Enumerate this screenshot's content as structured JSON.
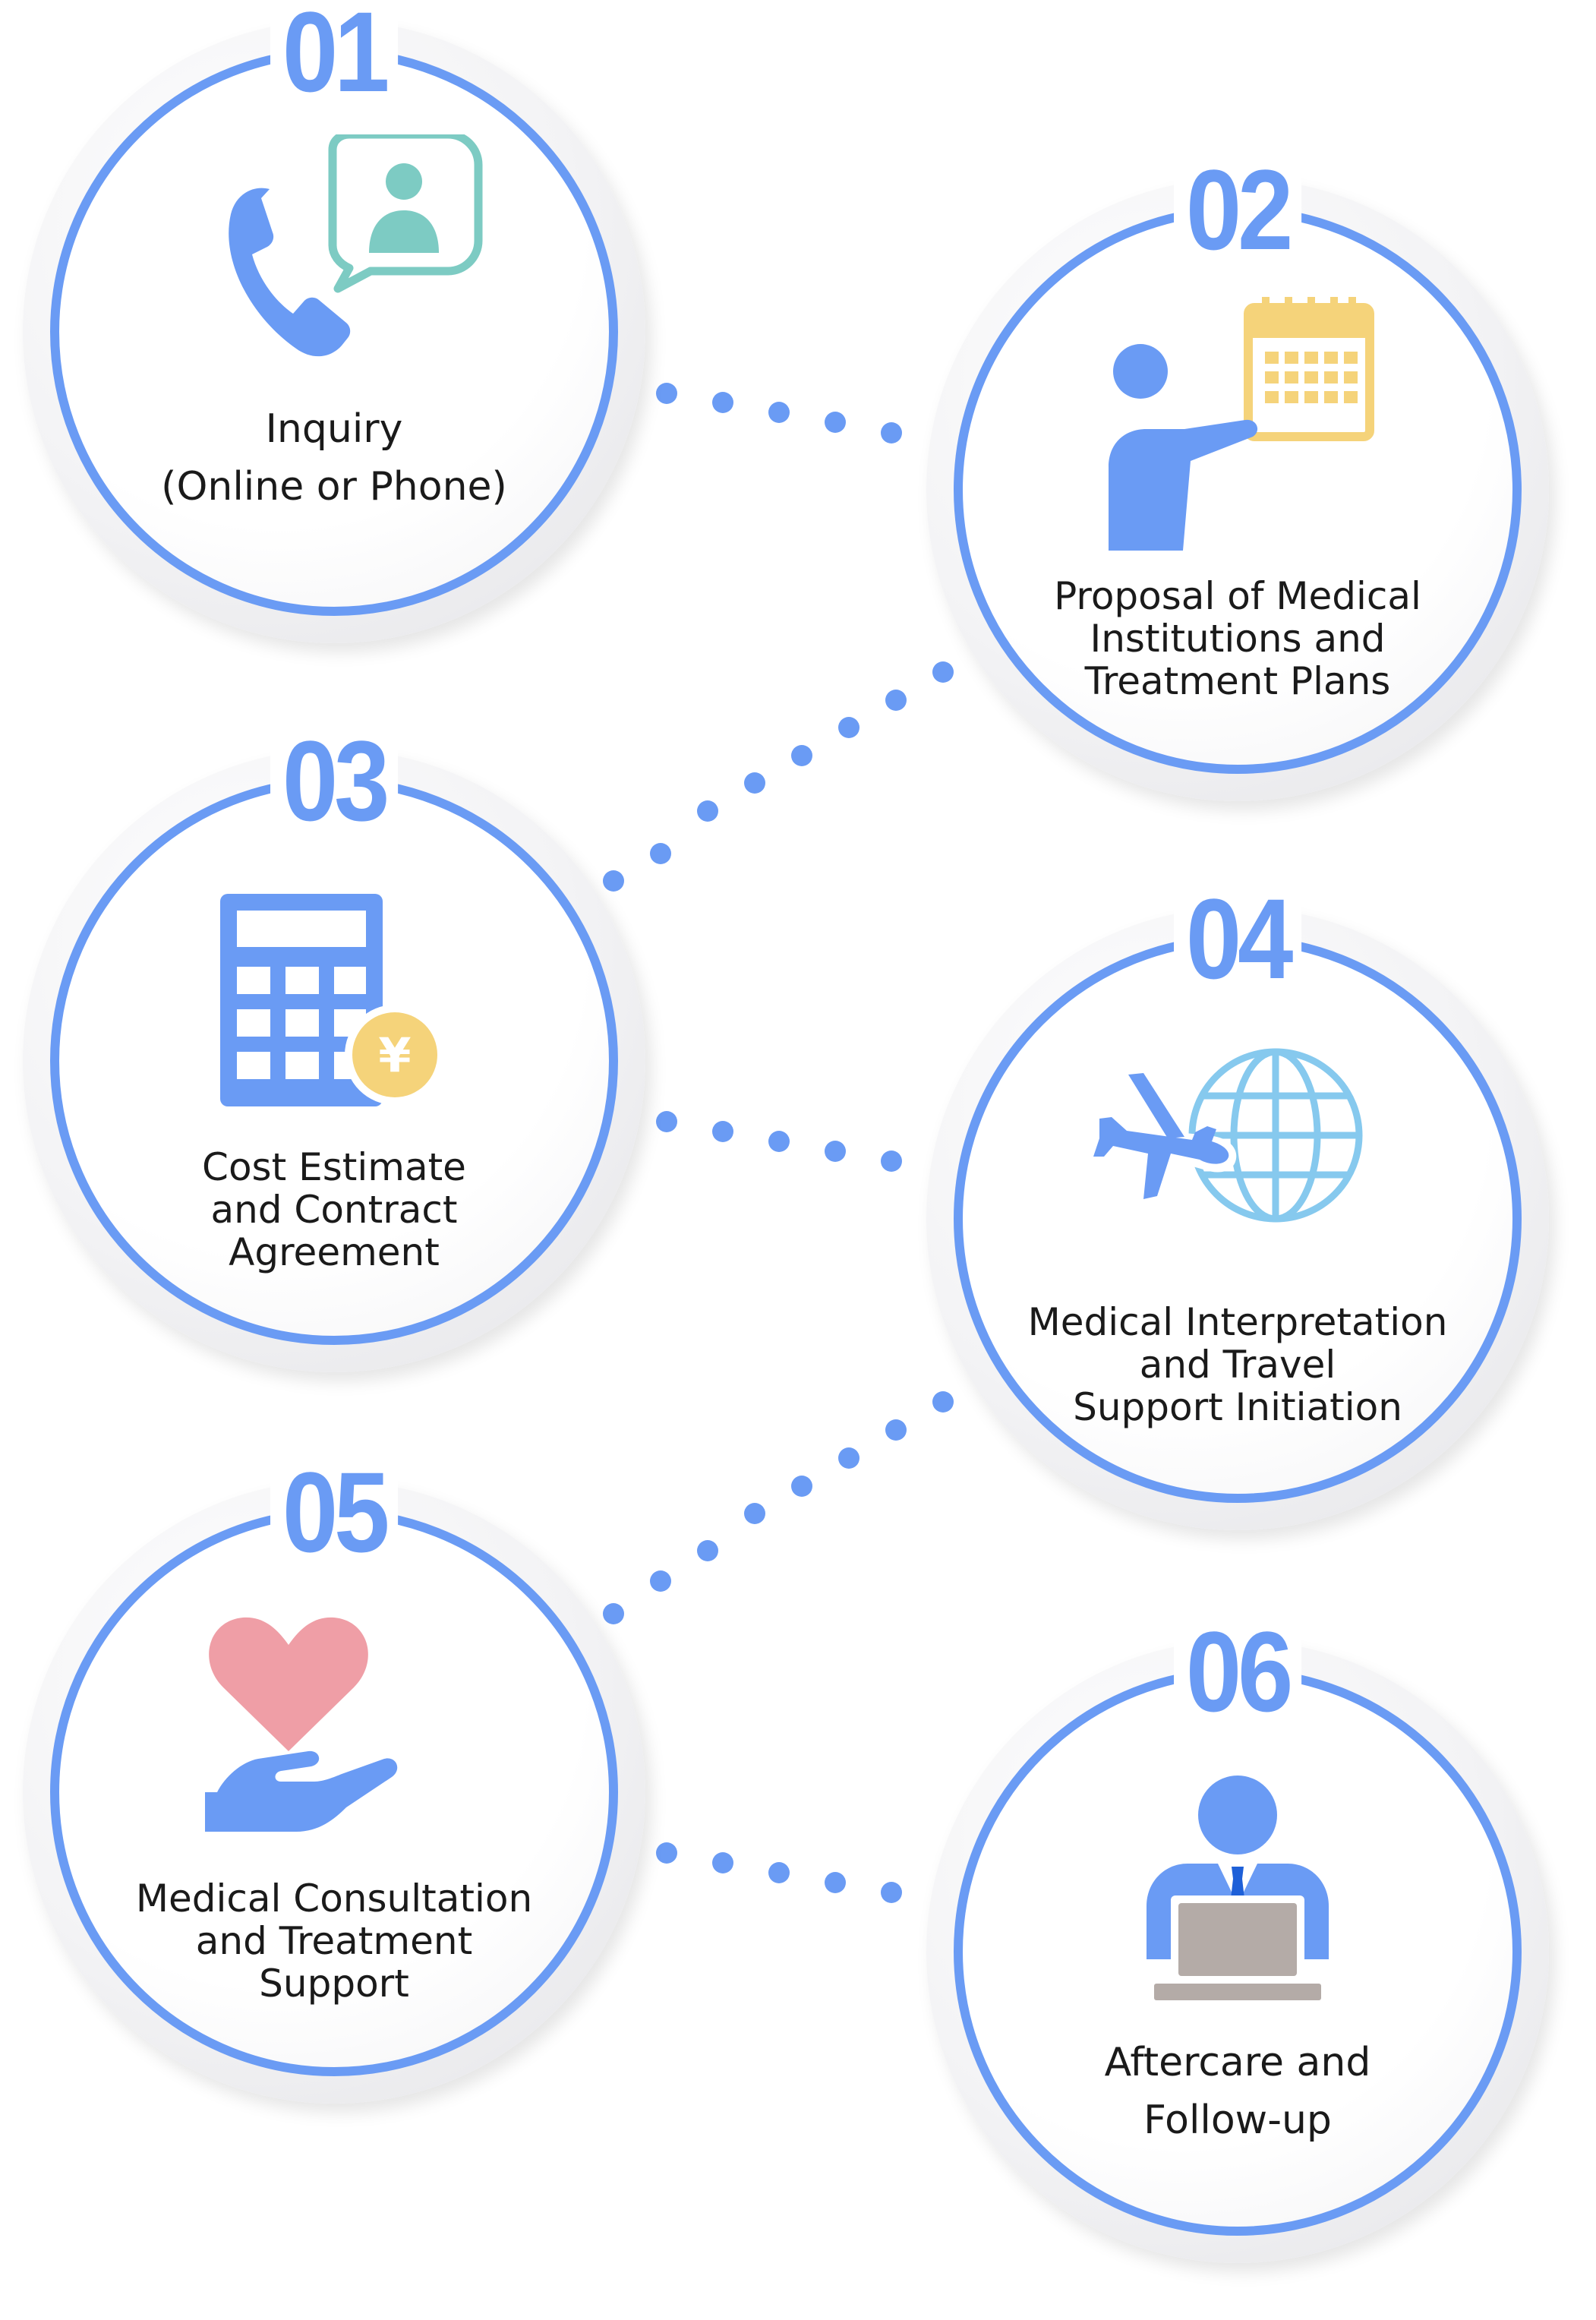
{
  "colors": {
    "ring": "#6a9bf4",
    "icon_blue": "#6a9bf4",
    "teal": "#7dcbc3",
    "gold": "#f5d37a",
    "pink": "#ef9ea6",
    "sky": "#86c9ee",
    "laptop_gray": "#b4aba7",
    "text": "#1a1a1a"
  },
  "steps": [
    {
      "number": "01",
      "icon": "phone-chat-icon",
      "lines": [
        "Inquiry",
        "(Online or Phone)"
      ]
    },
    {
      "number": "02",
      "icon": "presenter-calendar-icon",
      "lines": [
        "Proposal of Medical",
        "Institutions and",
        "Treatment Plans"
      ]
    },
    {
      "number": "03",
      "icon": "calculator-yen-icon",
      "lines": [
        "Cost Estimate",
        "and Contract",
        "Agreement"
      ]
    },
    {
      "number": "04",
      "icon": "airplane-globe-icon",
      "lines": [
        "Medical Interpretation",
        "and Travel",
        "Support Initiation"
      ]
    },
    {
      "number": "05",
      "icon": "heart-hand-icon",
      "lines": [
        "Medical Consultation",
        "and Treatment",
        "Support"
      ]
    },
    {
      "number": "06",
      "icon": "person-laptop-icon",
      "lines": [
        "Aftercare and",
        "Follow-up"
      ]
    }
  ]
}
